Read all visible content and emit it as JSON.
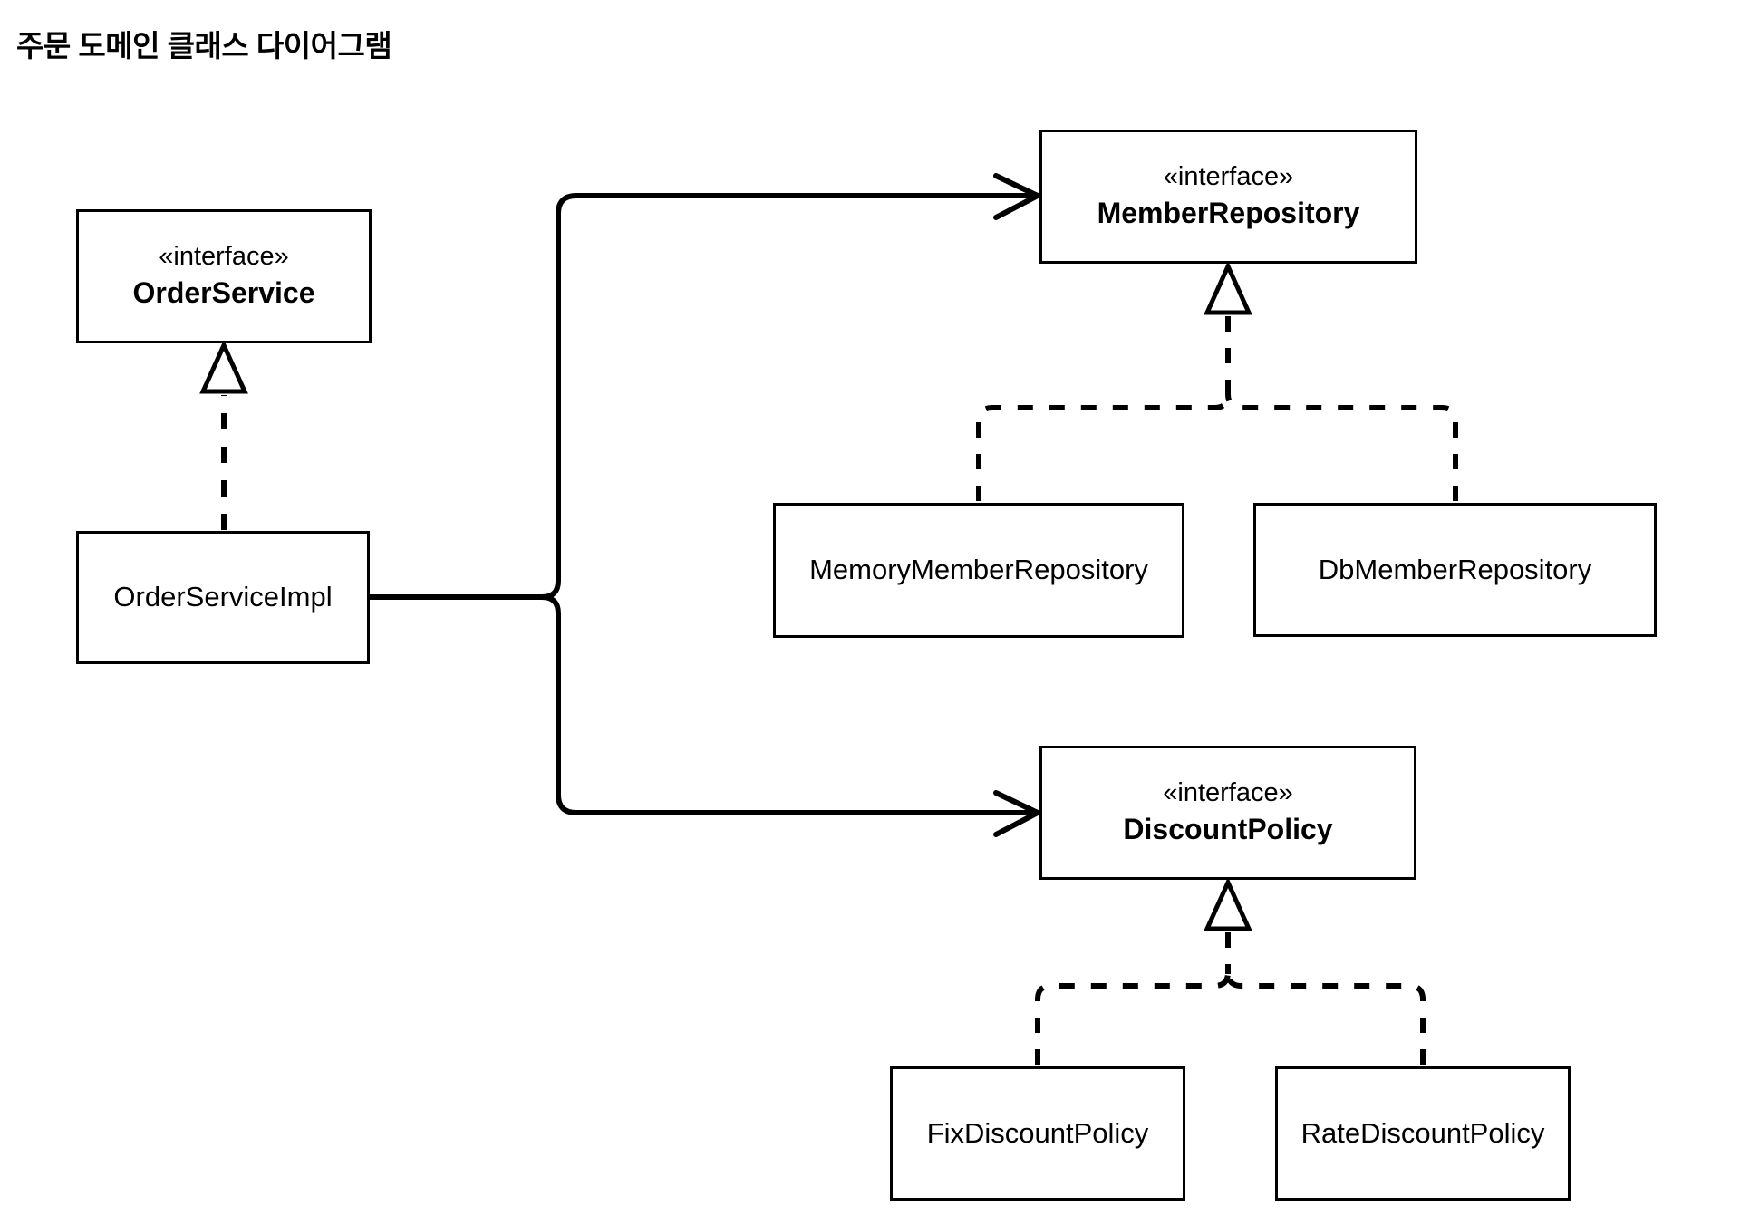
{
  "page": {
    "title": "주문 도메인 클래스 다이어그램"
  },
  "classes": [
    {
      "stereotype": "«interface»",
      "name": "OrderService"
    },
    {
      "name": "OrderServiceImpl"
    },
    {
      "stereotype": "«interface»",
      "name": "MemberRepository"
    },
    {
      "name": "MemoryMemberRepository"
    },
    {
      "name": "DbMemberRepository"
    },
    {
      "stereotype": "«interface»",
      "name": "DiscountPolicy"
    },
    {
      "name": "FixDiscountPolicy"
    },
    {
      "name": "RateDiscountPolicy"
    }
  ],
  "relationships": [
    {
      "type": "realization",
      "from": "OrderServiceImpl",
      "to": "OrderService"
    },
    {
      "type": "dependency",
      "from": "OrderServiceImpl",
      "to": "MemberRepository"
    },
    {
      "type": "dependency",
      "from": "OrderServiceImpl",
      "to": "DiscountPolicy"
    },
    {
      "type": "realization",
      "from": "MemoryMemberRepository",
      "to": "MemberRepository"
    },
    {
      "type": "realization",
      "from": "DbMemberRepository",
      "to": "MemberRepository"
    },
    {
      "type": "realization",
      "from": "FixDiscountPolicy",
      "to": "DiscountPolicy"
    },
    {
      "type": "realization",
      "from": "RateDiscountPolicy",
      "to": "DiscountPolicy"
    }
  ],
  "colors": {
    "stroke": "#000000",
    "background": "#ffffff"
  }
}
